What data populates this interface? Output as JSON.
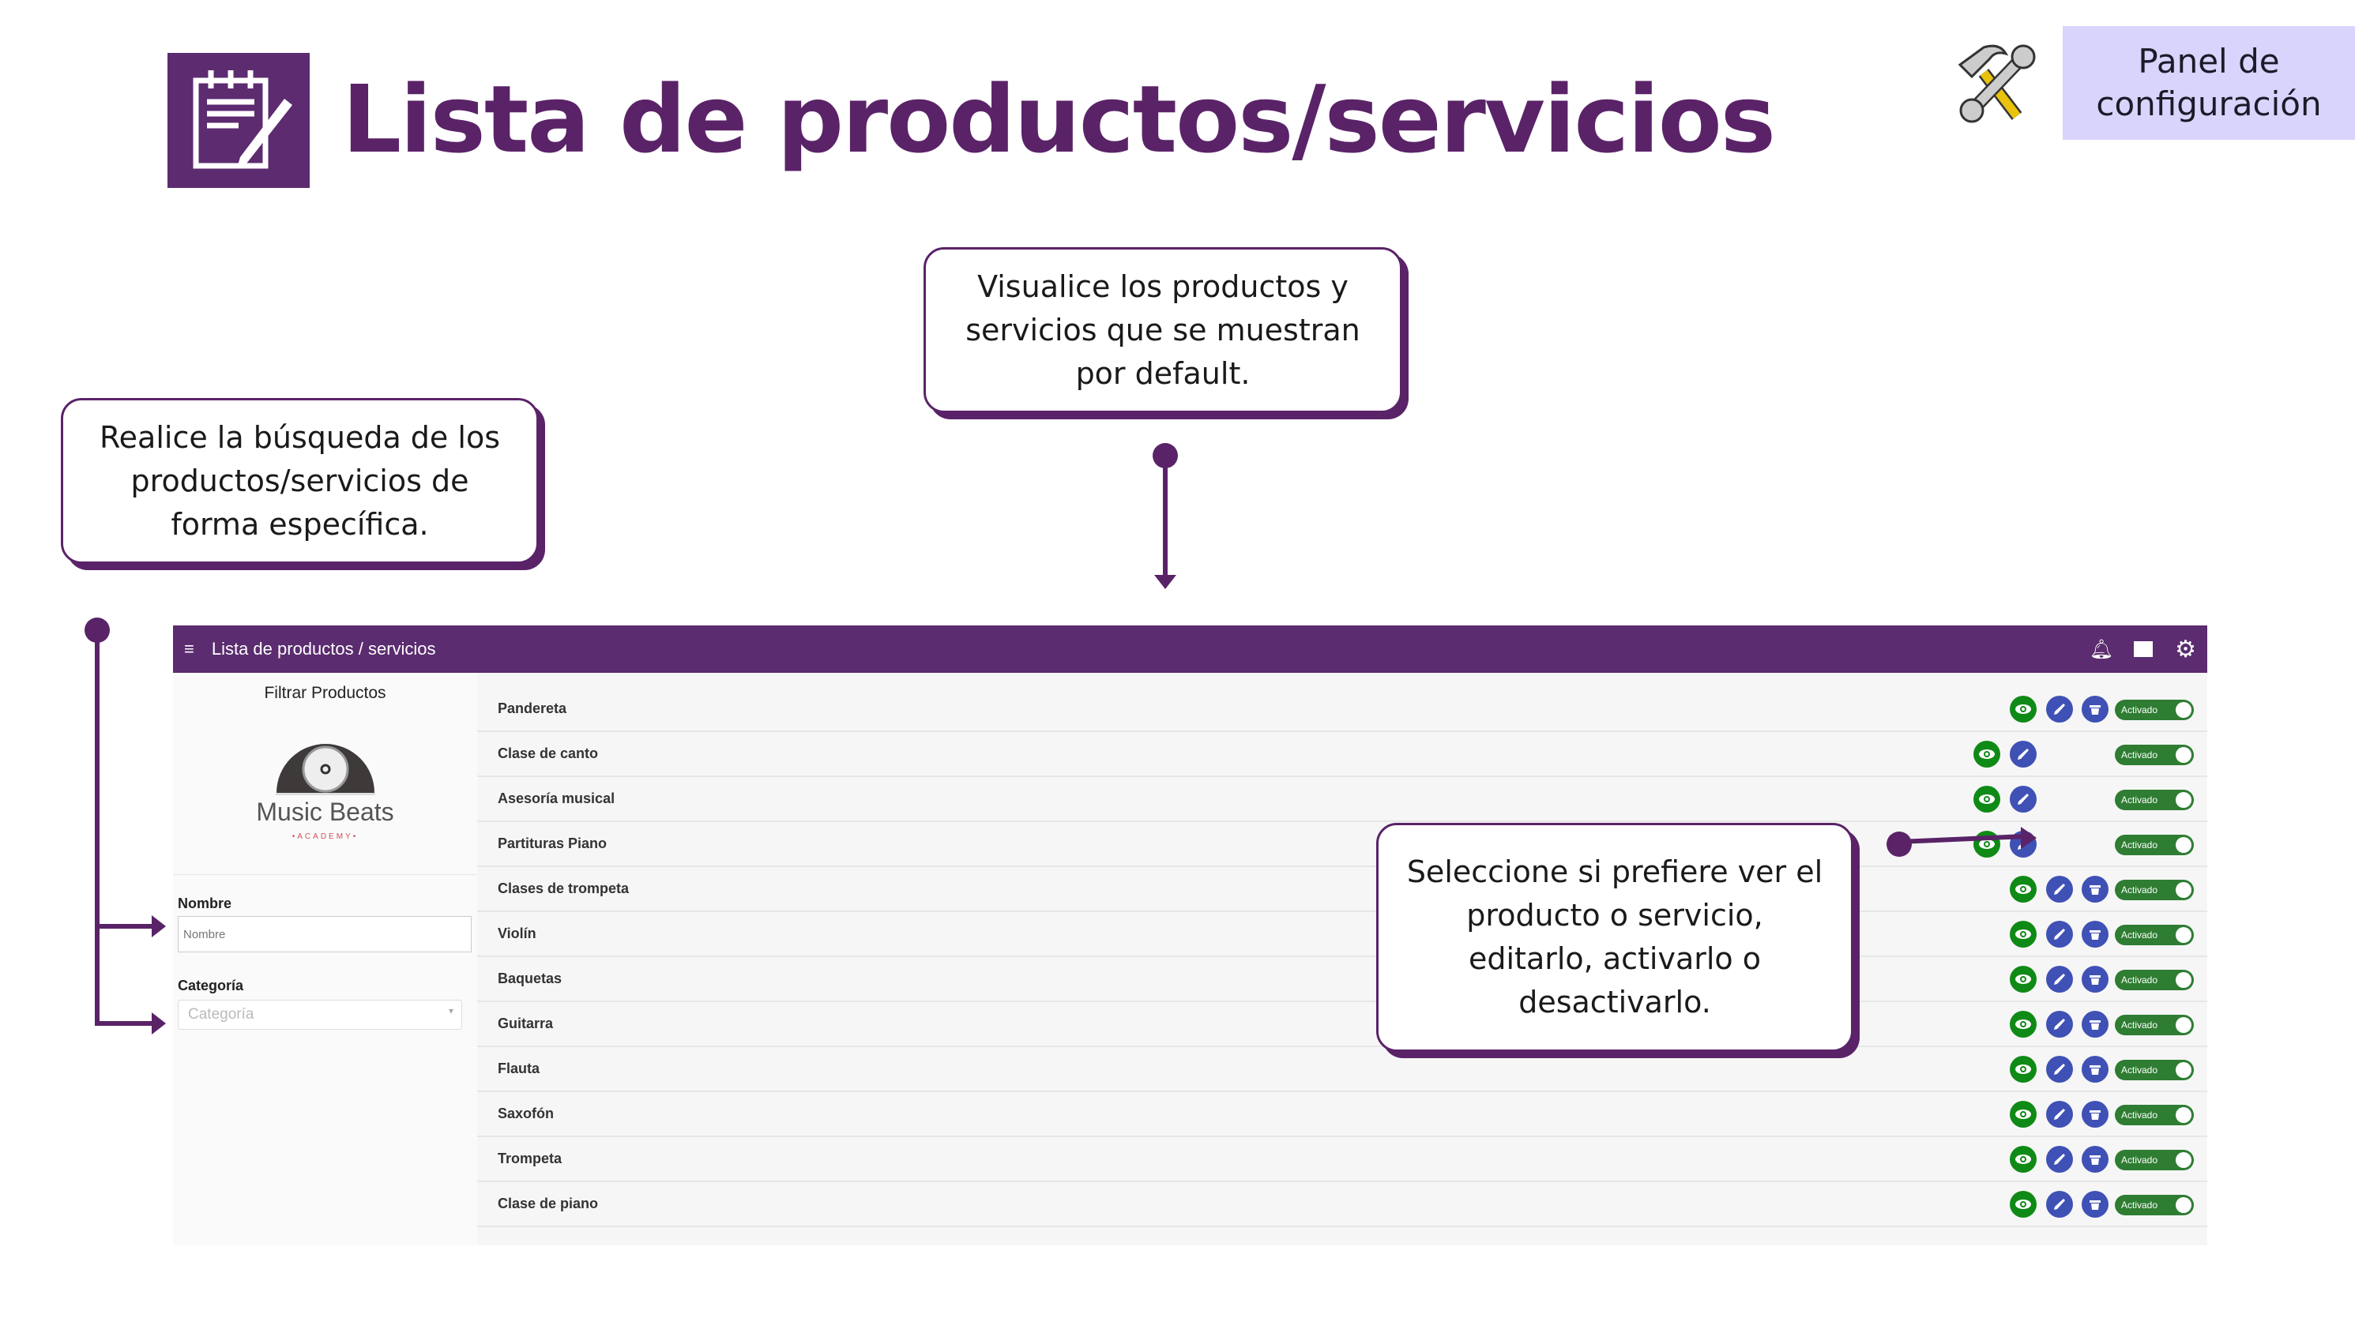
{
  "title": "Lista de productos/servicios",
  "panel_button": "Panel de configuración",
  "callouts": {
    "view": "Visualice los productos y servicios que se muestran por default.",
    "search": "Realice la búsqueda de los productos/servicios  de forma específica.",
    "actions": "Seleccione si prefiere ver el  producto o servicio, editarlo, activarlo o desactivarlo."
  },
  "app": {
    "header_title": "Lista de productos / servicios",
    "header_icons": [
      "bell-icon",
      "store-icon",
      "gear-icon"
    ],
    "sidebar": {
      "heading": "Filtrar Productos",
      "logo_name": "Music Beats",
      "logo_sub": "•ACADEMY•",
      "name_label": "Nombre",
      "name_placeholder": "Nombre",
      "category_label": "Categoría",
      "category_placeholder": "Categoría"
    },
    "toggle_label": "Activado",
    "colors": {
      "header": "#5b2c6f",
      "view": "#0f8a16",
      "edit": "#3f51b5",
      "toggle": "#2e7d32"
    },
    "products": [
      {
        "name": "Pandereta",
        "delete": true
      },
      {
        "name": "Clase de canto",
        "delete": false
      },
      {
        "name": "Asesoría musical",
        "delete": false
      },
      {
        "name": "Partituras Piano",
        "delete": false
      },
      {
        "name": "Clases de trompeta",
        "delete": true
      },
      {
        "name": "Violín",
        "delete": true
      },
      {
        "name": "Baquetas",
        "delete": true
      },
      {
        "name": "Guitarra",
        "delete": true
      },
      {
        "name": "Flauta",
        "delete": true
      },
      {
        "name": "Saxofón",
        "delete": true
      },
      {
        "name": "Trompeta",
        "delete": true
      },
      {
        "name": "Clase de piano",
        "delete": true
      }
    ]
  }
}
